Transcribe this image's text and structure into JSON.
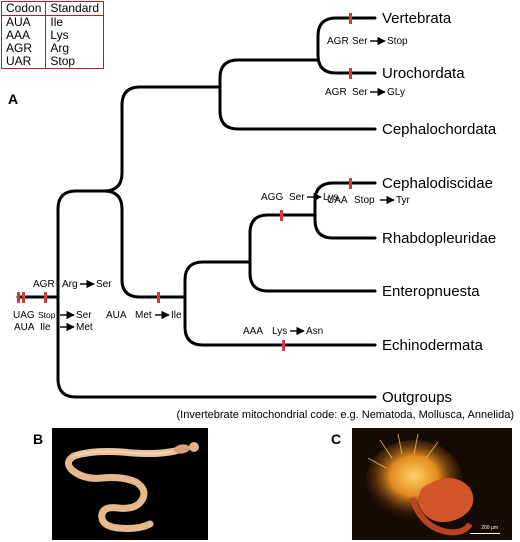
{
  "codon_table": {
    "headers": [
      "Codon",
      "Standard"
    ],
    "rows": [
      [
        "AUA",
        "Ile"
      ],
      [
        "AAA",
        "Lys"
      ],
      [
        "AGR",
        "Arg"
      ],
      [
        "UAR",
        "Stop"
      ]
    ]
  },
  "panels": {
    "a": "A",
    "b": "B",
    "c": "C"
  },
  "taxa": {
    "vertebrata": "Vertebrata",
    "urochordata": "Urochordata",
    "cephalochordata": "Cephalochordata",
    "cephalodiscidae": "Cephalodiscidae",
    "rhabdopleuridae": "Rhabdopleuridae",
    "enteropnuesta": "Enteropnuesta",
    "echinodermata": "Echinodermata",
    "outgroups": "Outgroups"
  },
  "outgroup_note": "(Invertebrate mitochondrial code: e.g. Nematoda, Mollusca, Annelida)",
  "annotations": {
    "vert_codon": "AGR",
    "vert_change": "Ser",
    "vert_result": "Stop",
    "uro_codon": "AGR",
    "uro_change": "Ser",
    "uro_result": "GLy",
    "ceph_codon": "AGG",
    "ceph_change": "Ser",
    "ceph_result": "Lys",
    "ceph2_codon": "UAA",
    "ceph2_change": "Stop",
    "ceph2_result": "Tyr",
    "amb_codon": "AUA",
    "amb_change": "Met",
    "amb_result": "Ile",
    "echino_codon": "AAA",
    "echino_change": "Lys",
    "echino_result": "Asn",
    "root_agr_codon": "AGR",
    "root_agr_change": "Arg",
    "root_agr_result": "Ser",
    "root_uag_codon": "UAG",
    "root_uag_change": "Stop",
    "root_uag_result": "Ser",
    "root_aua_codon": "AUA",
    "root_aua_change": "Ile",
    "root_aua_result": "Met"
  },
  "photos": {
    "c_scale": "200 µm"
  },
  "colors": {
    "branch": "#000000",
    "marker": "#d9383a",
    "table_border": "#b22222"
  }
}
